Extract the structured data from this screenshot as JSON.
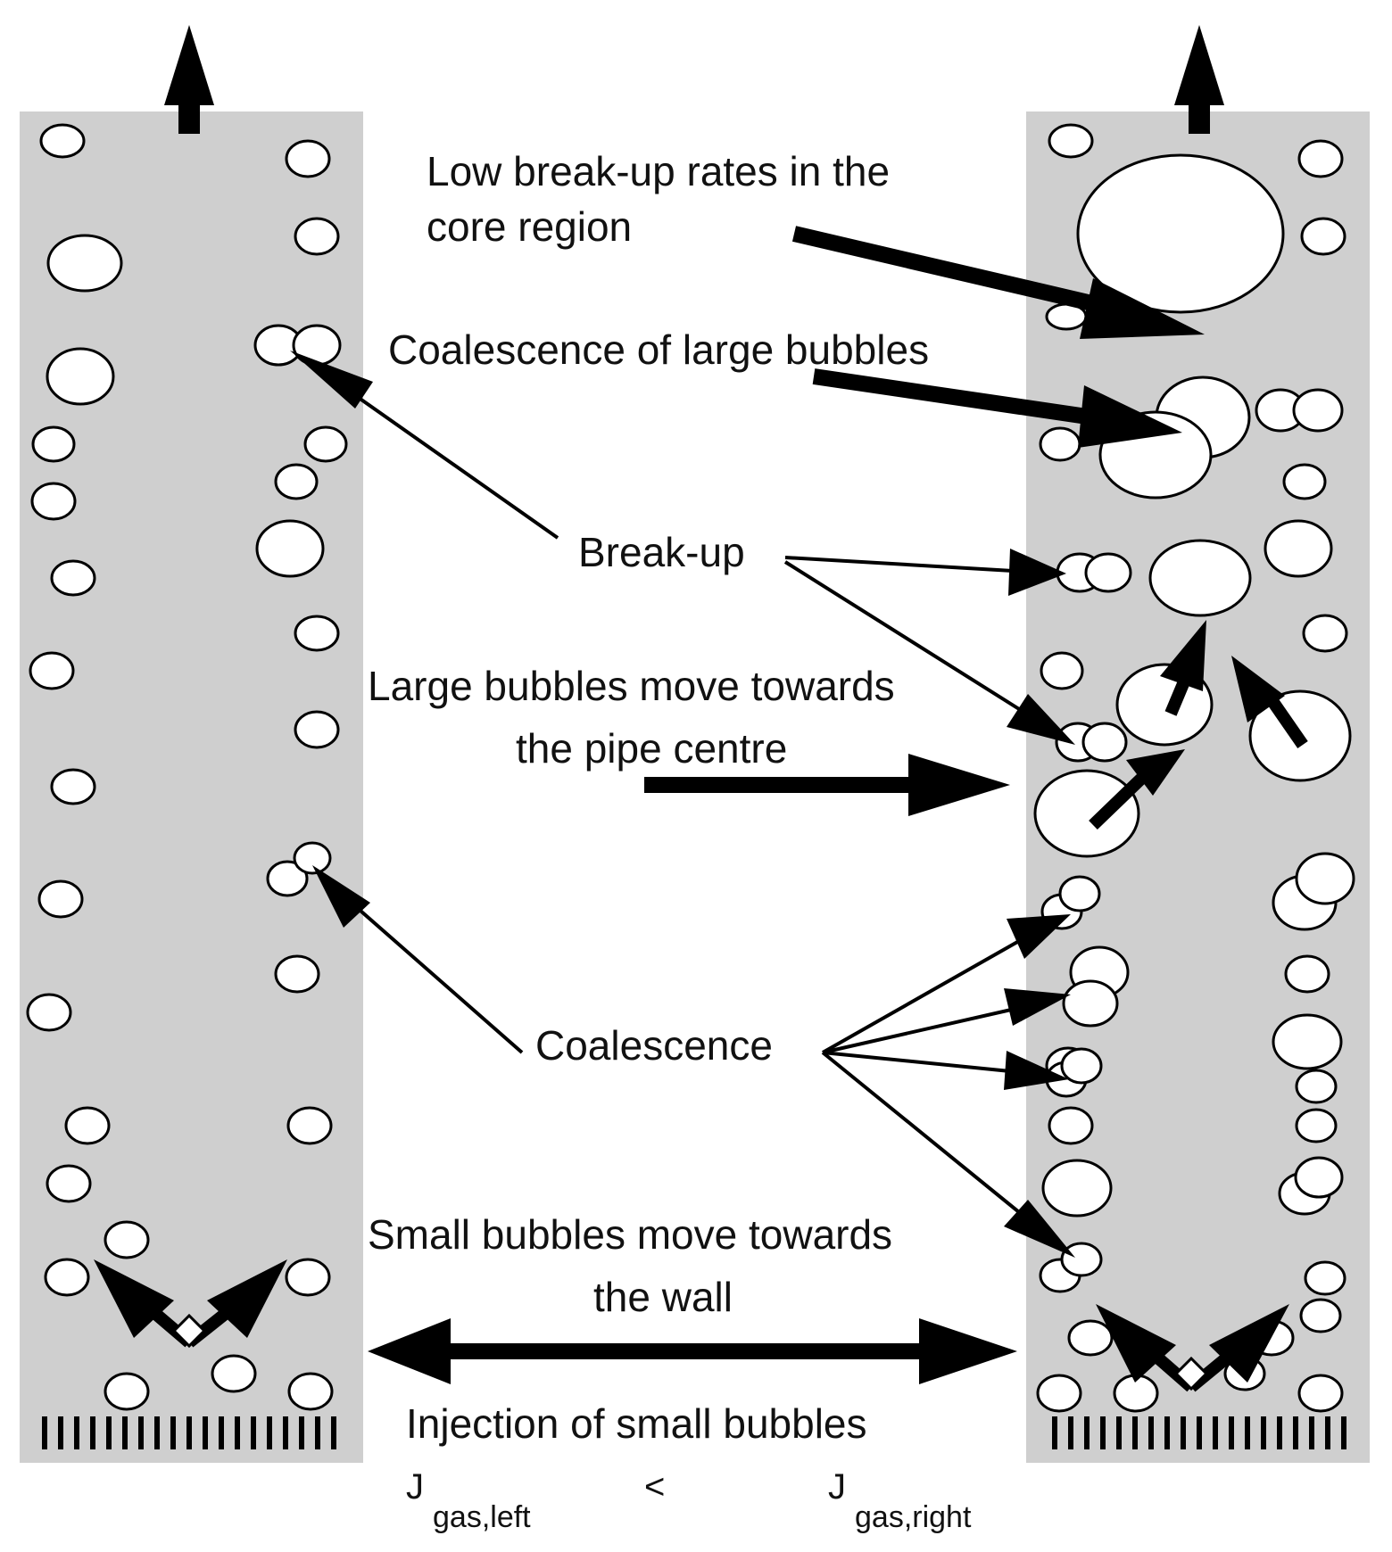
{
  "labels": {
    "low_breakup_line1": "Low break-up rates in the",
    "low_breakup_line2": "core region",
    "coalescence_large": "Coalescence of large bubbles",
    "breakup": "Break-up",
    "large_move_line1": "Large bubbles move towards",
    "large_move_line2": "the pipe centre",
    "coalescence": "Coalescence",
    "small_move_line1": "Small bubbles move towards",
    "small_move_line2": "the wall",
    "injection": "Injection of small bubbles"
  },
  "flux": {
    "left_symbol": "J",
    "left_subscript": "gas,left",
    "comparator": "<",
    "right_symbol": "J",
    "right_subscript": "gas,right"
  },
  "colors": {
    "pipe_fill": "#cfcfcf",
    "bubble_fill": "#ffffff",
    "ink": "#000000"
  }
}
